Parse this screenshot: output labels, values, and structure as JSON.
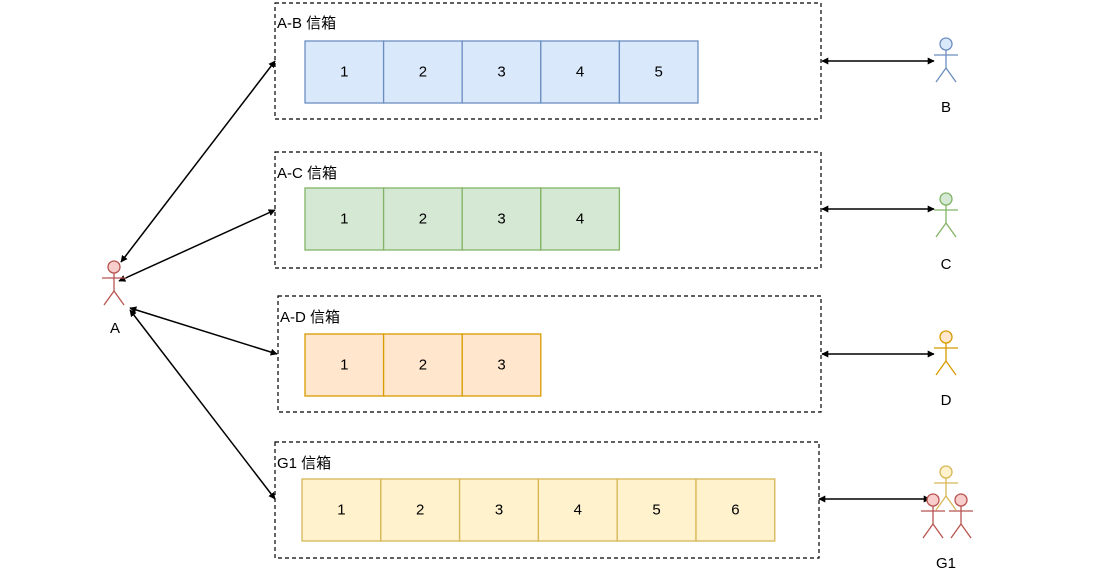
{
  "center_actor": {
    "label": "A",
    "fill": "#f8cecc",
    "stroke": "#b85450"
  },
  "mailboxes": [
    {
      "title": "A-B 信箱",
      "slots": [
        "1",
        "2",
        "3",
        "4",
        "5"
      ],
      "fill": "#dae8fc",
      "stroke": "#6c8ebf",
      "peer": {
        "label": "B",
        "fill": "#dae8fc",
        "stroke": "#6c8ebf",
        "group": false
      }
    },
    {
      "title": "A-C 信箱",
      "slots": [
        "1",
        "2",
        "3",
        "4"
      ],
      "fill": "#d5e8d4",
      "stroke": "#82b366",
      "peer": {
        "label": "C",
        "fill": "#d5e8d4",
        "stroke": "#82b366",
        "group": false
      }
    },
    {
      "title": "A-D 信箱",
      "slots": [
        "1",
        "2",
        "3"
      ],
      "fill": "#ffe6cc",
      "stroke": "#d79b00",
      "peer": {
        "label": "D",
        "fill": "#ffe6cc",
        "stroke": "#d79b00",
        "group": false
      }
    },
    {
      "title": "G1 信箱",
      "slots": [
        "1",
        "2",
        "3",
        "4",
        "5",
        "6"
      ],
      "fill": "#fff2cc",
      "stroke": "#d6b656",
      "peer": {
        "label": "G1",
        "fill": "#f8cecc",
        "stroke": "#b85450",
        "group": true,
        "member_colors": [
          {
            "fill": "#fff2cc",
            "stroke": "#d6b656"
          },
          {
            "fill": "#f8cecc",
            "stroke": "#b85450"
          },
          {
            "fill": "#f8cecc",
            "stroke": "#b85450"
          }
        ]
      }
    }
  ]
}
